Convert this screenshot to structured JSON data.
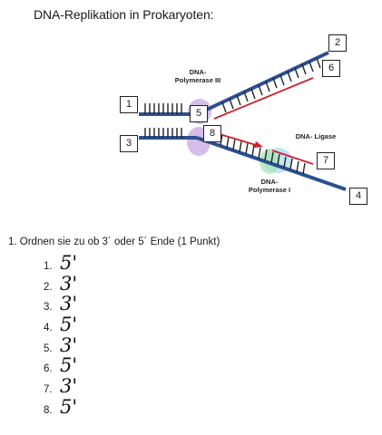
{
  "title": "DNA-Replikation in Prokaryoten:",
  "labels": {
    "pol3": [
      "DNA-",
      "Polymerase III"
    ],
    "ligase": "DNA- Ligase",
    "pol1": [
      "DNA-",
      "Polymerase I"
    ]
  },
  "boxes": [
    "1",
    "2",
    "3",
    "4",
    "5",
    "6",
    "7",
    "8"
  ],
  "colors": {
    "strand": "#2b4f8f",
    "primer": "#d0202a",
    "polymerase3": "#c8a6e0",
    "polymerase1": "#a8e6b8",
    "ligase": "#a8d8f0"
  },
  "question": "1. Ordnen sie zu ob 3´ oder 5´ Ende (1 Punkt)",
  "answers": [
    {
      "num": "1.",
      "value": "5'"
    },
    {
      "num": "2.",
      "value": "3'"
    },
    {
      "num": "3.",
      "value": "3'"
    },
    {
      "num": "4.",
      "value": "5'"
    },
    {
      "num": "5.",
      "value": "3'"
    },
    {
      "num": "6.",
      "value": "5'"
    },
    {
      "num": "7.",
      "value": "3'"
    },
    {
      "num": "8.",
      "value": "5'"
    }
  ]
}
